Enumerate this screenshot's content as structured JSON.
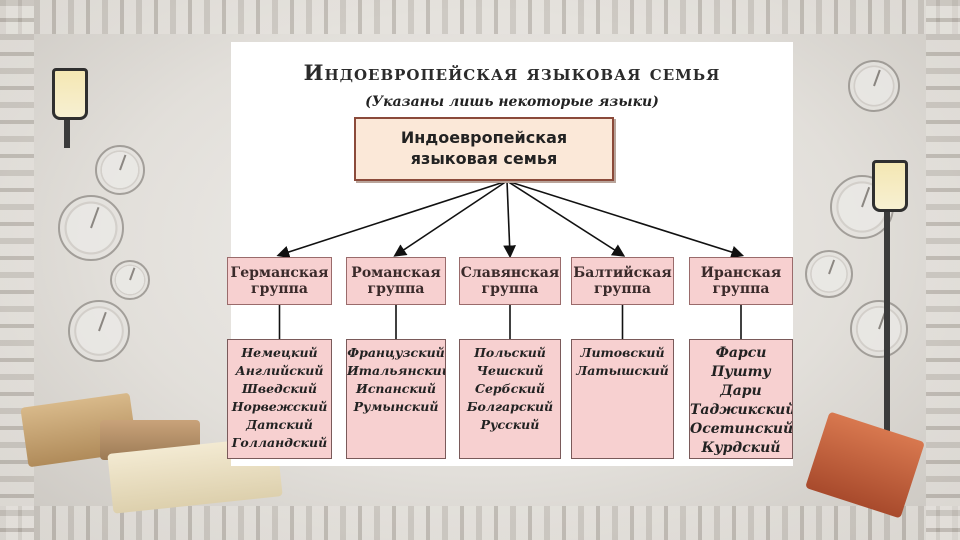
{
  "diagram": {
    "title": "Индоевропейская языковая семья",
    "subtitle": "(Указаны лишь некоторые языки)",
    "root": {
      "line1": "Индоевропейская",
      "line2": "языковая семья"
    },
    "groups": [
      {
        "label_line1": "Германская",
        "label_line2": "группа",
        "languages": [
          "Немецкий",
          "Английский",
          "Шведский",
          "Норвежский",
          "Датский",
          "Голландский"
        ]
      },
      {
        "label_line1": "Романская",
        "label_line2": "группа",
        "languages": [
          "Французский",
          "Итальянский",
          "Испанский",
          "Румынский"
        ]
      },
      {
        "label_line1": "Славянская",
        "label_line2": "группа",
        "languages": [
          "Польский",
          "Чешский",
          "Сербский",
          "Болгарский",
          "Русский"
        ]
      },
      {
        "label_line1": "Балтийская",
        "label_line2": "группа",
        "languages": [
          "Литовский",
          "Латышский"
        ]
      },
      {
        "label_line1": "Иранская",
        "label_line2": "группа",
        "languages": [
          "Фарси",
          "Пушту",
          "Дари",
          "Таджикский",
          "Осетинский",
          "Курдский"
        ]
      }
    ]
  },
  "colors": {
    "box_fill": "#f7d0d0",
    "root_fill": "#fbe8d8",
    "root_border": "#8b4a3a"
  }
}
